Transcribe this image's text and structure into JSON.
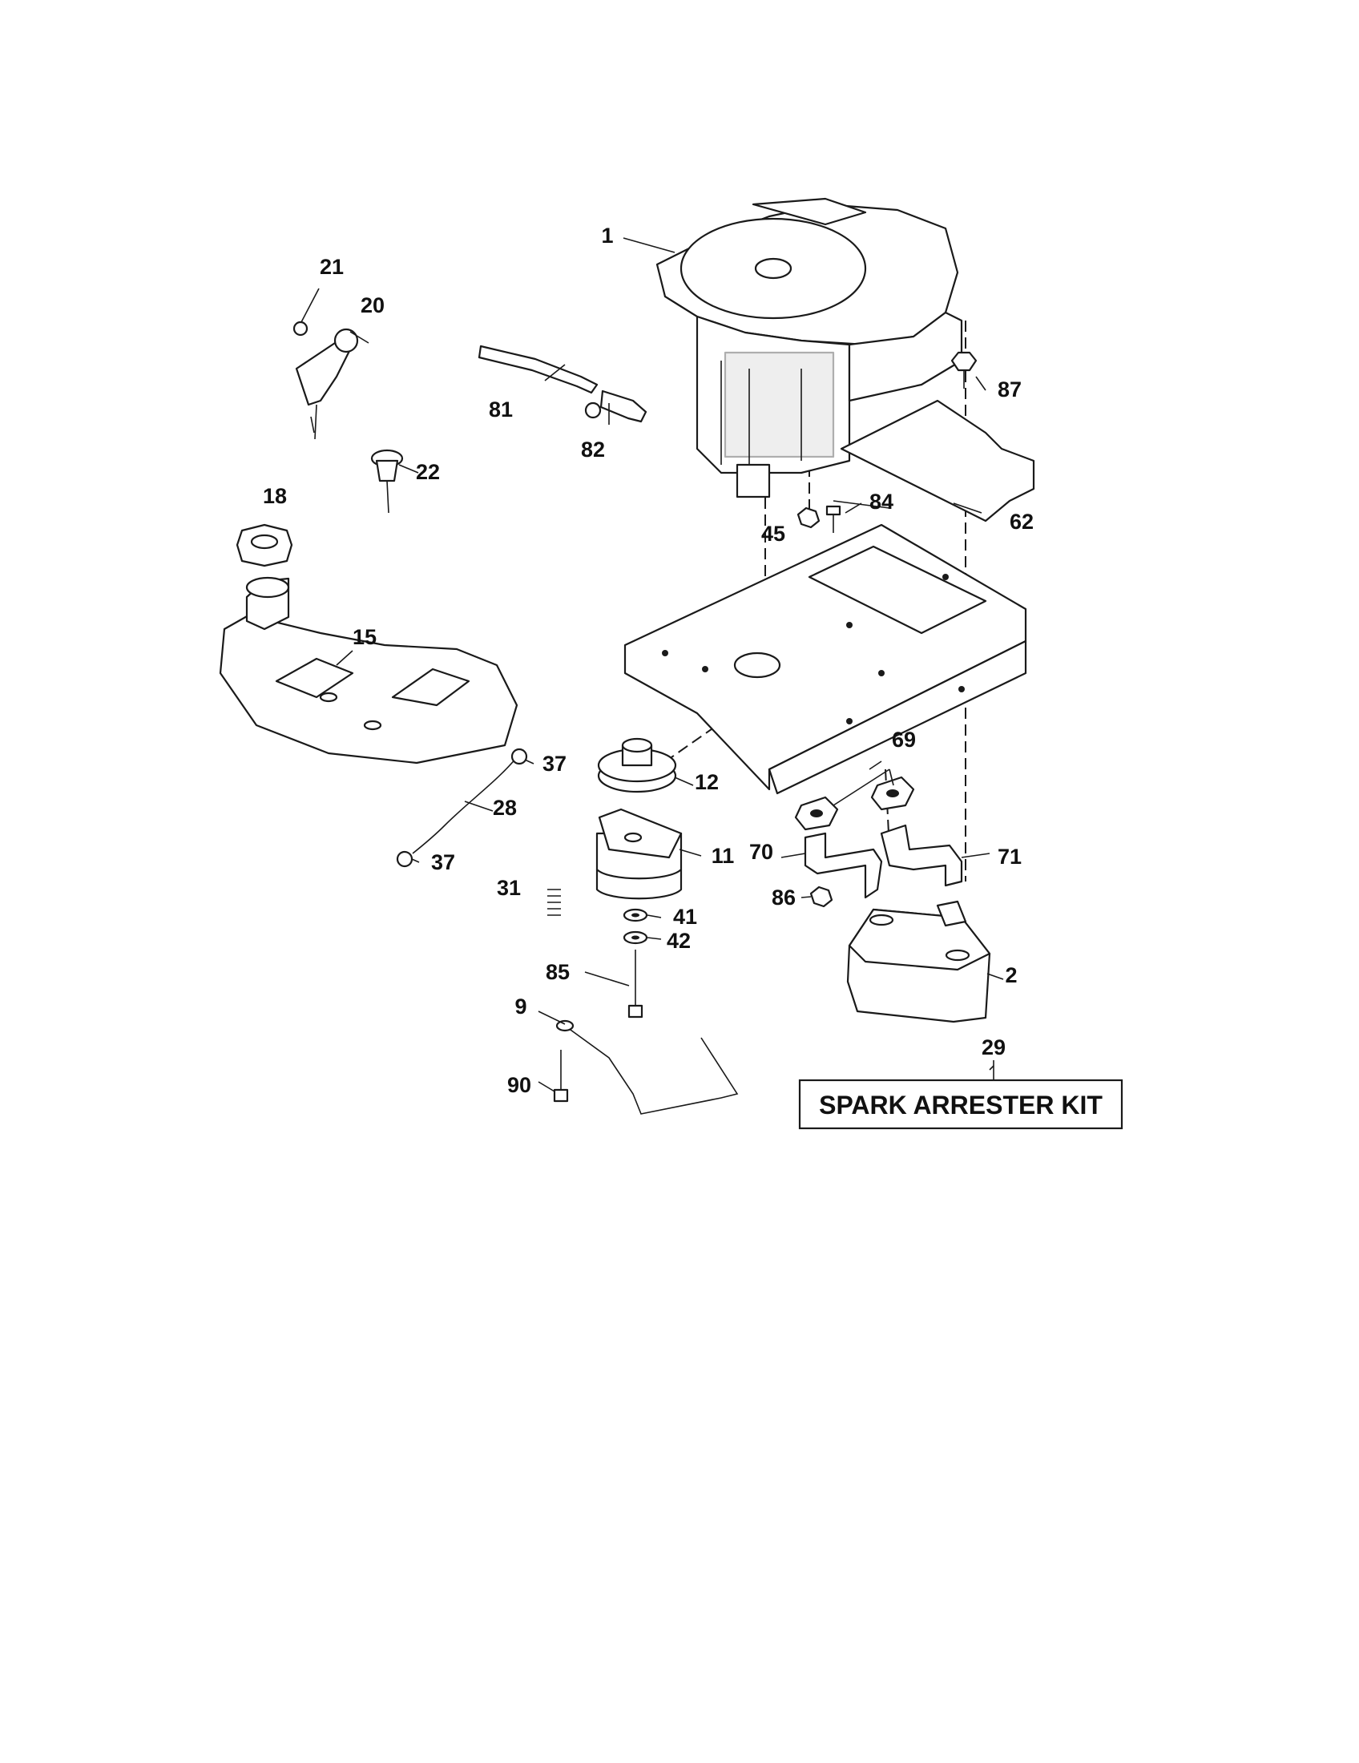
{
  "diagram": {
    "kit_label": "SPARK ARRESTER KIT",
    "callouts": {
      "c1": "1",
      "c2": "2",
      "c9": "9",
      "c11": "11",
      "c12": "12",
      "c15": "15",
      "c18": "18",
      "c20": "20",
      "c21": "21",
      "c22": "22",
      "c28": "28",
      "c29": "29",
      "c31": "31",
      "c37a": "37",
      "c37b": "37",
      "c41": "41",
      "c42": "42",
      "c45": "45",
      "c62": "62",
      "c69": "69",
      "c70": "70",
      "c71": "71",
      "c81": "81",
      "c82": "82",
      "c84": "84",
      "c85": "85",
      "c86": "86",
      "c87": "87",
      "c90": "90"
    }
  }
}
